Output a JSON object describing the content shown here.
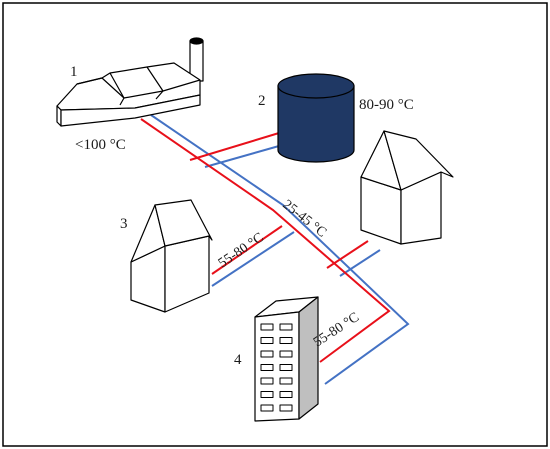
{
  "labels": {
    "factory_number": "1",
    "storage_number": "2",
    "house_number": "3",
    "apartment_number": "4",
    "factory_temp": "<100 °C",
    "storage_temp": "80-90 °C",
    "house_supply_temp": "55-80 °C",
    "main_return_temp": "25-45 °C",
    "apartment_supply_temp": "55-80 °C"
  },
  "colors": {
    "supply": "#e8101a",
    "return": "#4472c4",
    "storage_tank": "#1f3864",
    "outline": "#000000"
  }
}
